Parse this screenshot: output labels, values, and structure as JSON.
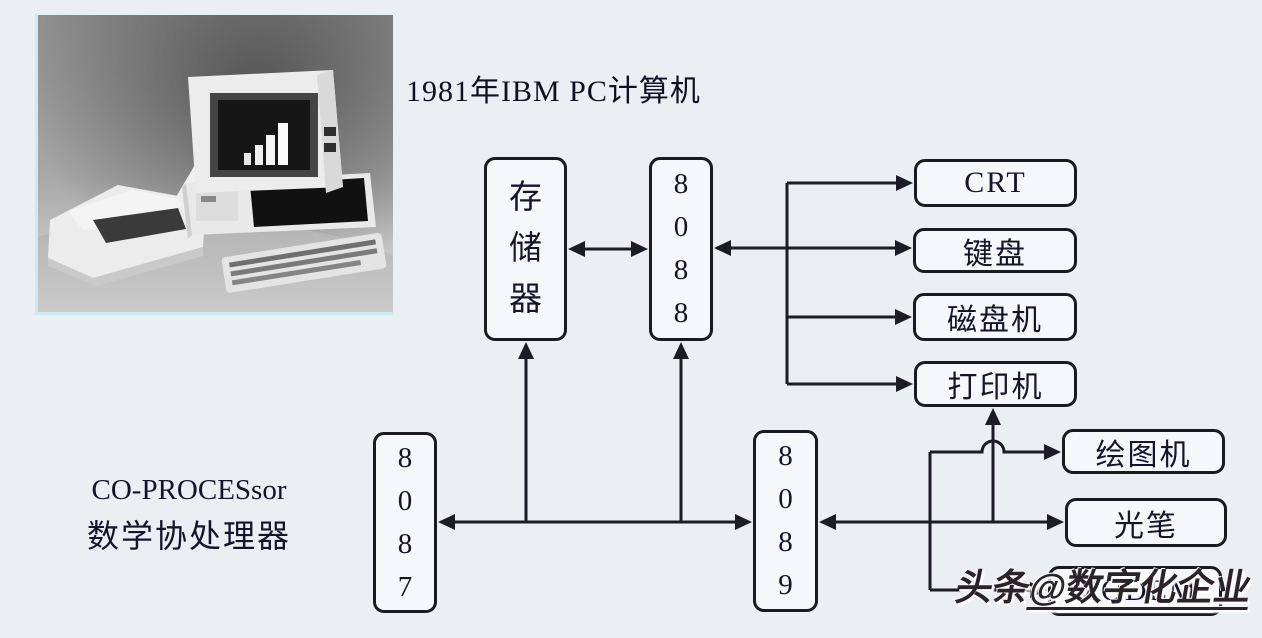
{
  "title": "1981年IBM PC计算机",
  "coprocessor_label": {
    "line1": "CO-PROCESsor",
    "line2": "数学协处理器"
  },
  "nodes": {
    "memory": "存储器",
    "cpu8088": "8088",
    "crt": "CRT",
    "keyboard": "键盘",
    "disk": "磁盘机",
    "printer": "打印机",
    "cpu8087": "8087",
    "cpu8089": "8089",
    "plotter": "绘图机",
    "lightpen": "光笔",
    "modem": "MODEM"
  },
  "edges": [
    {
      "from": "memory",
      "to": "cpu8088",
      "style": "bidirectional"
    },
    {
      "from": "cpu8088",
      "to": "crt",
      "style": "arrow-to"
    },
    {
      "from": "cpu8088",
      "to": "keyboard",
      "style": "bidirectional"
    },
    {
      "from": "cpu8088",
      "to": "disk",
      "style": "arrow-to"
    },
    {
      "from": "cpu8088",
      "to": "printer",
      "style": "arrow-to"
    },
    {
      "from": "bottom-bus",
      "to": "cpu8087",
      "style": "arrow-to"
    },
    {
      "from": "bottom-bus",
      "to": "cpu8089",
      "style": "arrow-to"
    },
    {
      "from": "bottom-bus",
      "to": "memory",
      "style": "arrow-to"
    },
    {
      "from": "bottom-bus",
      "to": "cpu8088",
      "style": "arrow-to"
    },
    {
      "from": "cpu8089",
      "to": "plotter",
      "style": "arrow-to"
    },
    {
      "from": "cpu8089",
      "to": "lightpen",
      "style": "bidirectional"
    },
    {
      "from": "cpu8089",
      "to": "printer",
      "style": "arrow-to",
      "note": "line hops over plotter connector"
    },
    {
      "from": "cpu8089",
      "to": "modem",
      "style": "arrow-to"
    }
  ],
  "watermark": {
    "prefix": "头条",
    "handle": "@数字化企业"
  },
  "colors": {
    "background": "#ebeef2",
    "line": "#1d1c26",
    "box_border": "#1a1a22",
    "box_fill": "#f5f7fa",
    "text": "#14142a",
    "watermark_text": "#2a2329",
    "watermark_outline": "#ffffff"
  }
}
